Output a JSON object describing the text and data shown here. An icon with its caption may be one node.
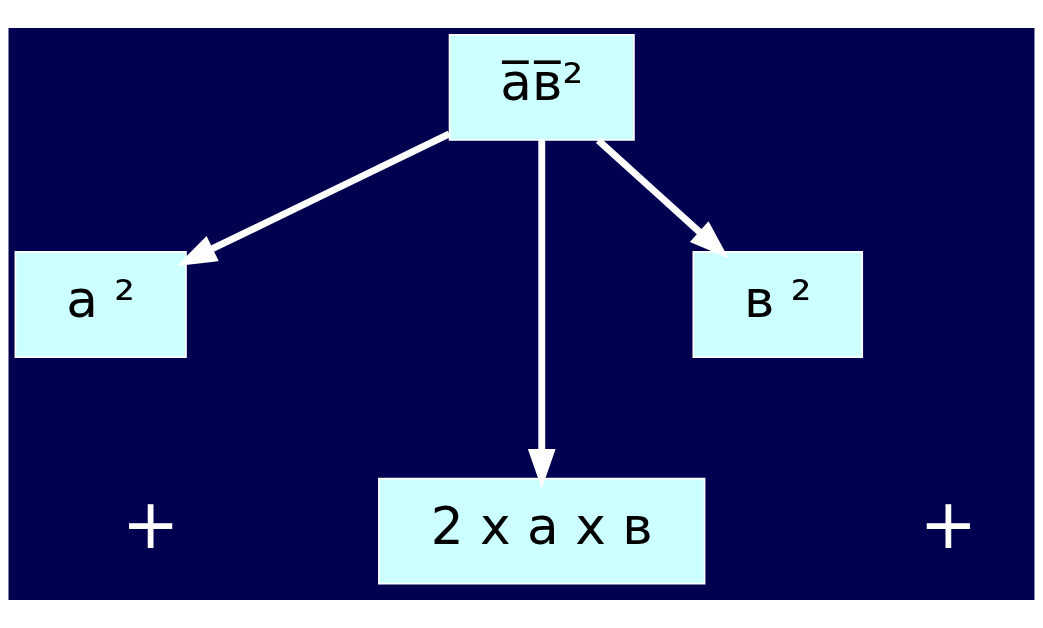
{
  "diagram": {
    "nodes": [
      {
        "text": [
          "а̅в̅²"
        ]
      },
      {
        "text": [
          "а ²"
        ]
      },
      {
        "text": [
          "2 x а x в"
        ]
      },
      {
        "text": [
          "в ²"
        ]
      }
    ],
    "edges": [
      {
        "from": 0,
        "to": 1,
        "arrow": "to"
      },
      {
        "from": 0,
        "to": 2,
        "arrow": "to"
      },
      {
        "from": 0,
        "to": 3,
        "arrow": "to"
      }
    ],
    "labels": [
      "+",
      "+"
    ]
  }
}
